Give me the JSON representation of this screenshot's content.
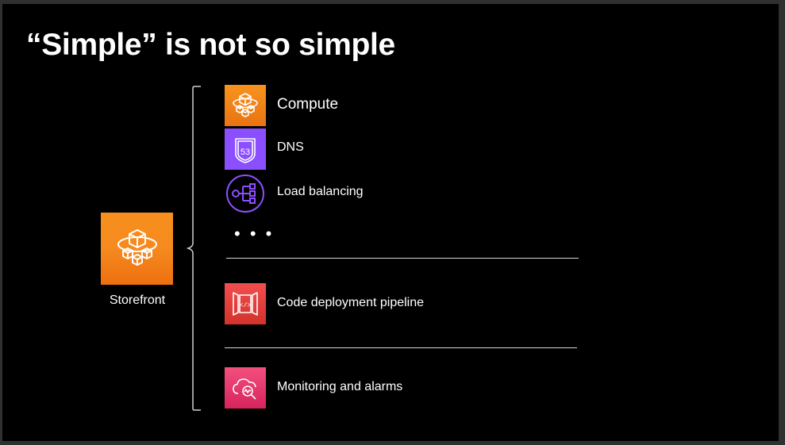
{
  "slide": {
    "title": "“Simple” is not so simple"
  },
  "storefront": {
    "label": "Storefront",
    "icon": "fargate-storefront-icon",
    "color": "#f58a1f"
  },
  "services": [
    {
      "label": "Compute",
      "icon": "compute-icon",
      "color": "#f7931e"
    },
    {
      "label": "DNS",
      "icon": "route53-icon",
      "color": "#8c4fff",
      "badge": "53"
    },
    {
      "label": "Load balancing",
      "icon": "load-balancer-icon",
      "color": "#8c4fff"
    },
    {
      "label": "Code deployment pipeline",
      "icon": "code-pipeline-icon",
      "color": "#e03b38"
    },
    {
      "label": "Monitoring and alarms",
      "icon": "cloudwatch-icon",
      "color": "#e8336a"
    }
  ],
  "ellipsis": "• • •"
}
